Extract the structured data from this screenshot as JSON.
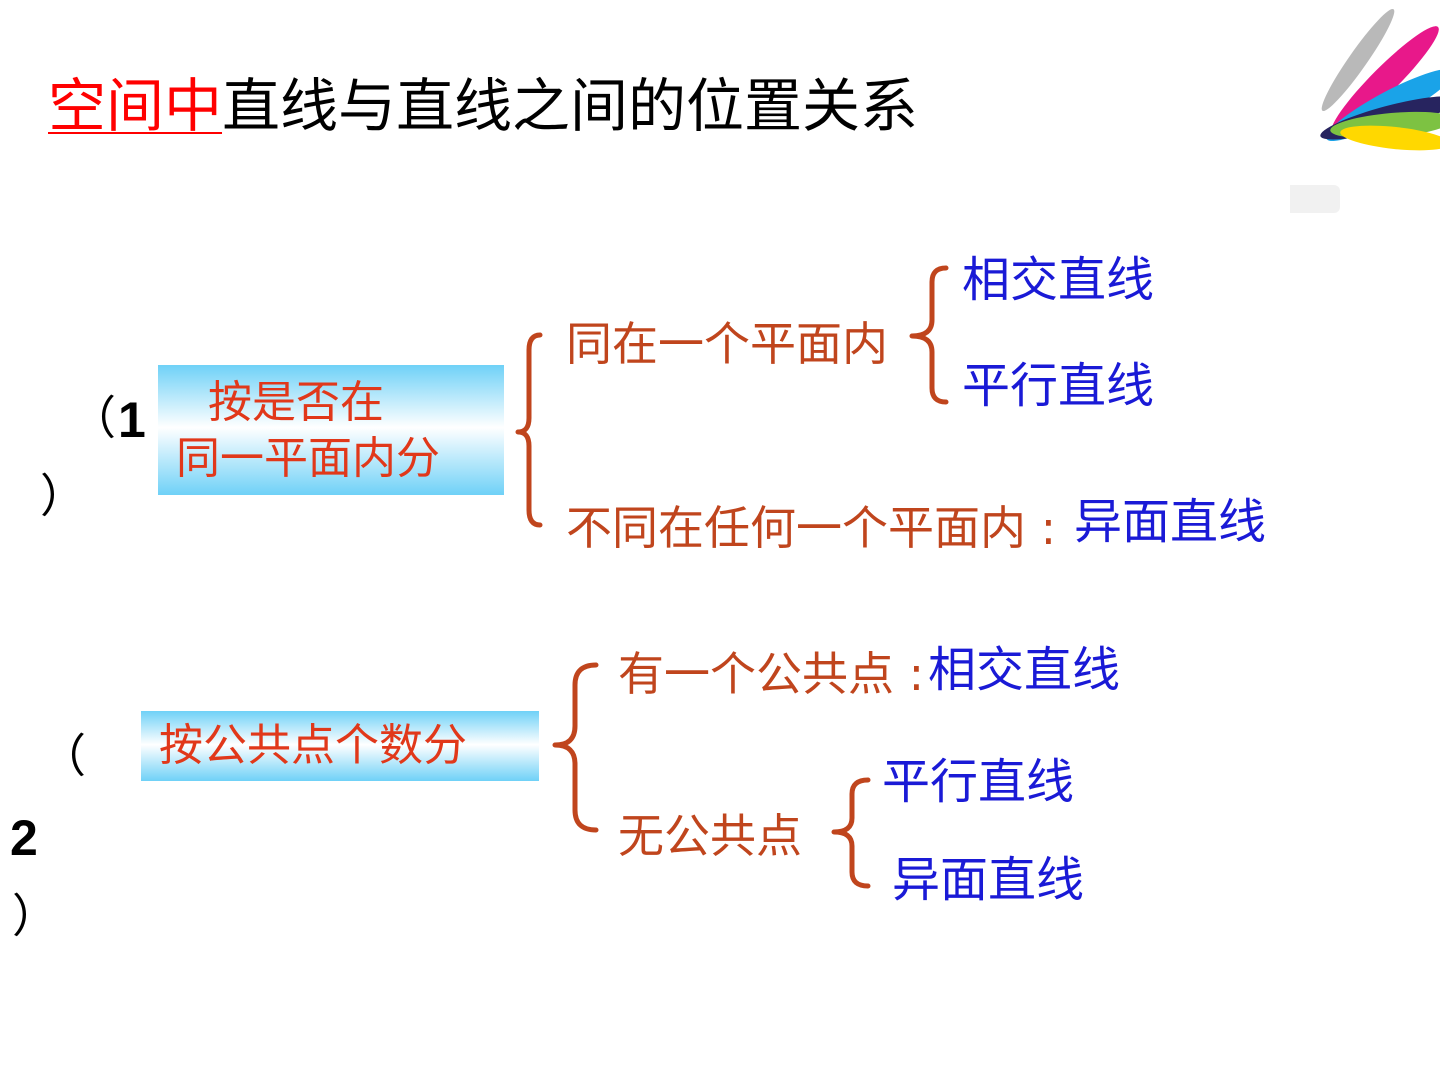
{
  "title": {
    "accent": "空间中",
    "rest": "直线与直线之间的位置关系"
  },
  "section1": {
    "label_open": "（",
    "label_num": "1",
    "label_close": "）",
    "box_line1": "按是否在",
    "box_line2": "同一平面内分",
    "branch_a": "同在一个平面内",
    "branch_a_leaf1": "相交直线",
    "branch_a_leaf2": "平行直线",
    "branch_b": "不同在任何一个平面内 :",
    "branch_b_leaf": "异面直线"
  },
  "section2": {
    "label_open": "（",
    "label_num": "2",
    "label_close": "）",
    "box_line1": "按公共点个数分",
    "branch_a": "有一个公共点 :",
    "branch_a_leaf": "相交直线",
    "branch_b": "无公共点",
    "branch_b_leaf1": "平行直线",
    "branch_b_leaf2": "异面直线"
  },
  "colors": {
    "title_accent": "#ff0000",
    "branch_text": "#c0451d",
    "leaf_text": "#1a1ad6",
    "box_gradient": "#6fd1f7"
  },
  "icons": {
    "logo": "fan-stripes-logo"
  }
}
